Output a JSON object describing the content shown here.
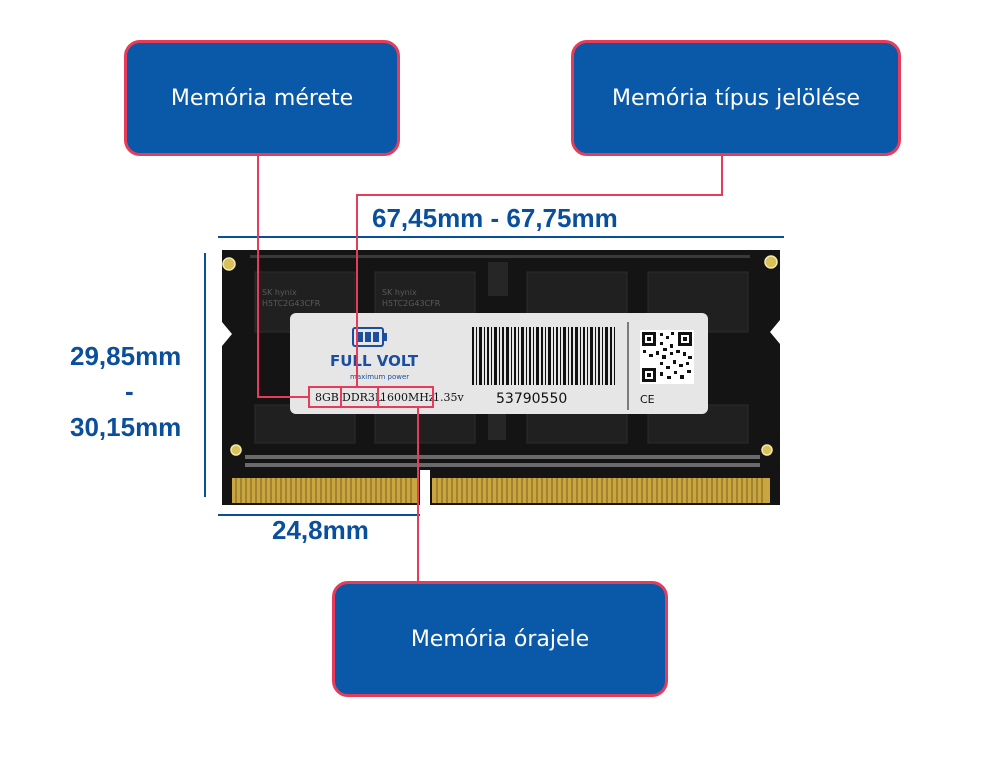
{
  "callouts": {
    "size": "Memória mérete",
    "type": "Memória típus jelölése",
    "clock": "Memória órajele"
  },
  "dimensions": {
    "width": "67,45mm - 67,75mm",
    "height_min": "29,85mm",
    "height_sep": "-",
    "height_max": "30,15mm",
    "notch": "24,8mm"
  },
  "label": {
    "brand": "FULL VOLT",
    "tagline": "maximum power",
    "size": "8GB",
    "type": "DDR3L",
    "clock": "1600MHz",
    "voltage": "1.35v",
    "serial": "53790550",
    "ce_mark": "CE"
  },
  "chips": {
    "maker": "SK hynix",
    "part": "H5TC2G43CFR"
  },
  "colors": {
    "callout_fill": "#0a58a8",
    "callout_border": "#e63c5a",
    "dimension_text": "#0a4f9c",
    "leader_line": "#e63c5a",
    "pcb": "#141414",
    "gold_contact": "#c9a640"
  }
}
